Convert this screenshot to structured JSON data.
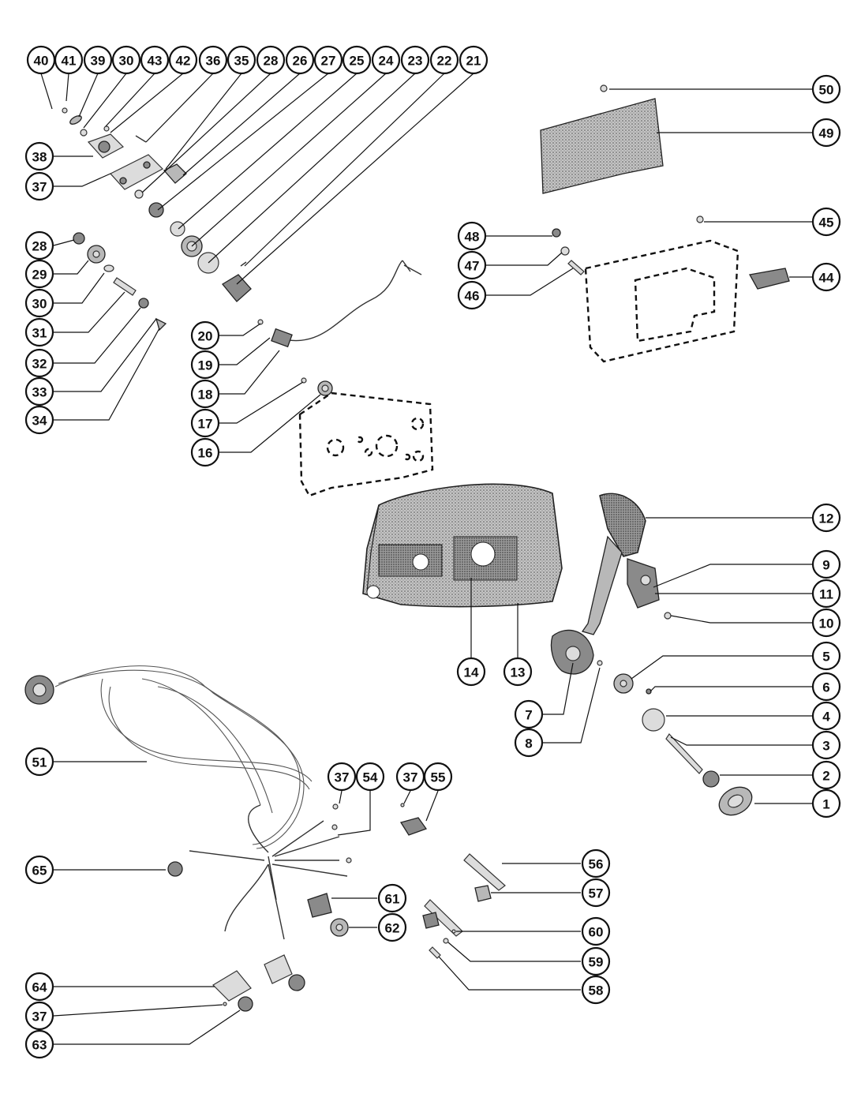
{
  "diagram": {
    "type": "exploded parts diagram",
    "callouts": [
      "40",
      "41",
      "39",
      "30",
      "43",
      "42",
      "36",
      "35",
      "28",
      "26",
      "27",
      "25",
      "24",
      "23",
      "22",
      "21",
      "38",
      "37",
      "28",
      "29",
      "30",
      "31",
      "32",
      "33",
      "34",
      "20",
      "19",
      "18",
      "17",
      "16",
      "50",
      "49",
      "48",
      "47",
      "46",
      "45",
      "44",
      "12",
      "9",
      "11",
      "10",
      "14",
      "13",
      "5",
      "6",
      "4",
      "3",
      "2",
      "1",
      "7",
      "8",
      "51",
      "37",
      "54",
      "37",
      "55",
      "65",
      "56",
      "57",
      "61",
      "62",
      "60",
      "59",
      "58",
      "64",
      "37",
      "63"
    ]
  }
}
